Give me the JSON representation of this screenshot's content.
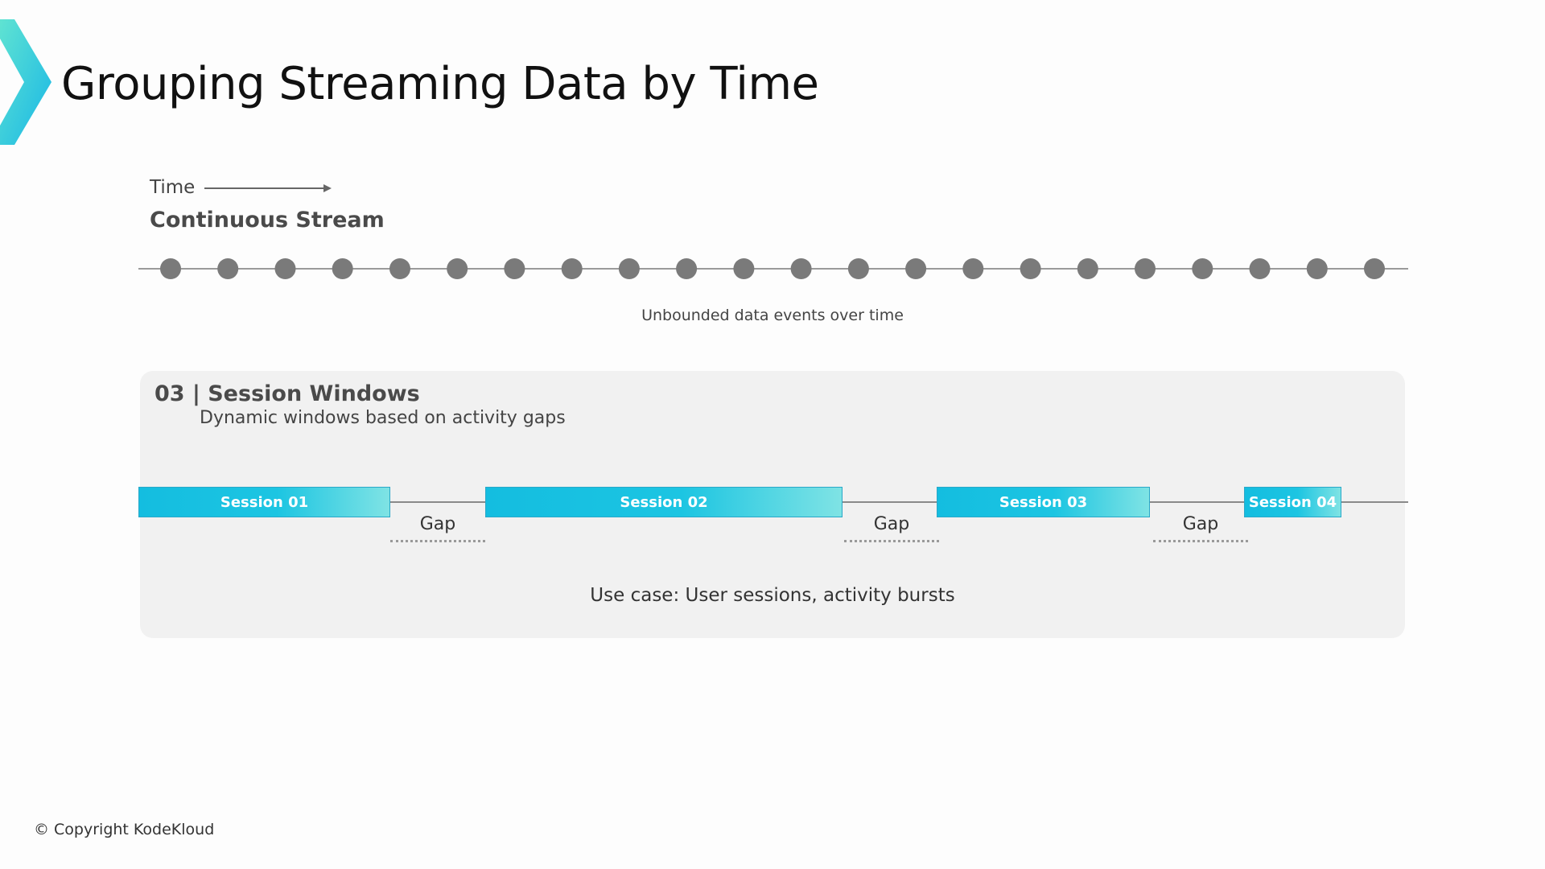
{
  "header": {
    "title": "Grouping Streaming Data by Time"
  },
  "stream": {
    "time_label": "Time",
    "title": "Continuous Stream",
    "caption": "Unbounded data events over time",
    "event_count": 22
  },
  "panel": {
    "title": "03 | Session Windows",
    "subtitle": "Dynamic windows based on activity gaps",
    "sessions": [
      {
        "label": "Session 01"
      },
      {
        "label": "Session 02"
      },
      {
        "label": "Session 03"
      },
      {
        "label": "Session 04"
      }
    ],
    "gaps": [
      {
        "label": "Gap"
      },
      {
        "label": "Gap"
      },
      {
        "label": "Gap"
      }
    ],
    "use_case": "Use case: User sessions, activity bursts"
  },
  "footer": {
    "copyright": "© Copyright KodeKloud"
  },
  "colors": {
    "accent": "#1cc5e2",
    "event_dot": "#7a7a7a",
    "panel_bg": "#f1f1f1"
  }
}
